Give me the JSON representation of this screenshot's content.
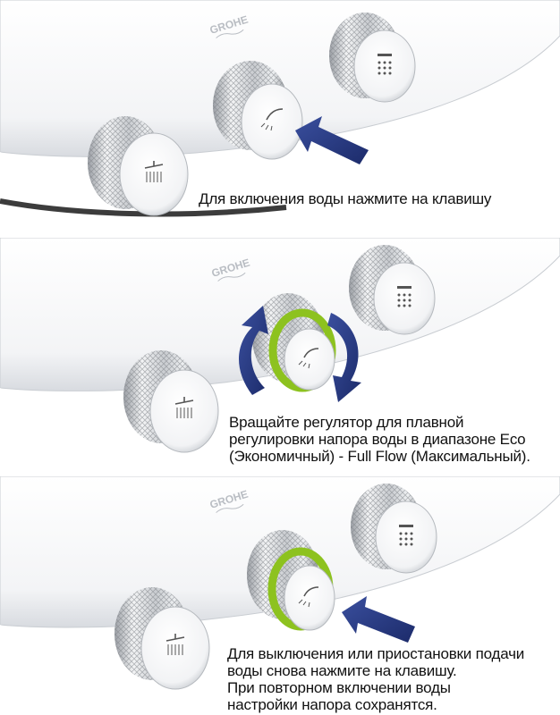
{
  "brand": "GROHE",
  "accent": "#8dc21f",
  "arrow_color": "#23357d",
  "panels": [
    {
      "step": "press-to-start",
      "caption": [
        "Для включения воды нажмите на клавишу"
      ]
    },
    {
      "step": "rotate-to-adjust",
      "caption": [
        "Вращайте регулятор для плавной",
        "регулировки напора воды в диапазоне Eco",
        "(Экономичный) - Full Flow (Максимальный)."
      ]
    },
    {
      "step": "press-to-stop",
      "caption": [
        "Для выключения или приостановки подачи",
        "воды снова нажмите на клавишу.",
        "При повторном включении воды",
        "настройки напора сохранятся."
      ]
    }
  ],
  "icons": [
    "shower-head-icon",
    "hand-shower-icon",
    "body-jets-icon"
  ]
}
